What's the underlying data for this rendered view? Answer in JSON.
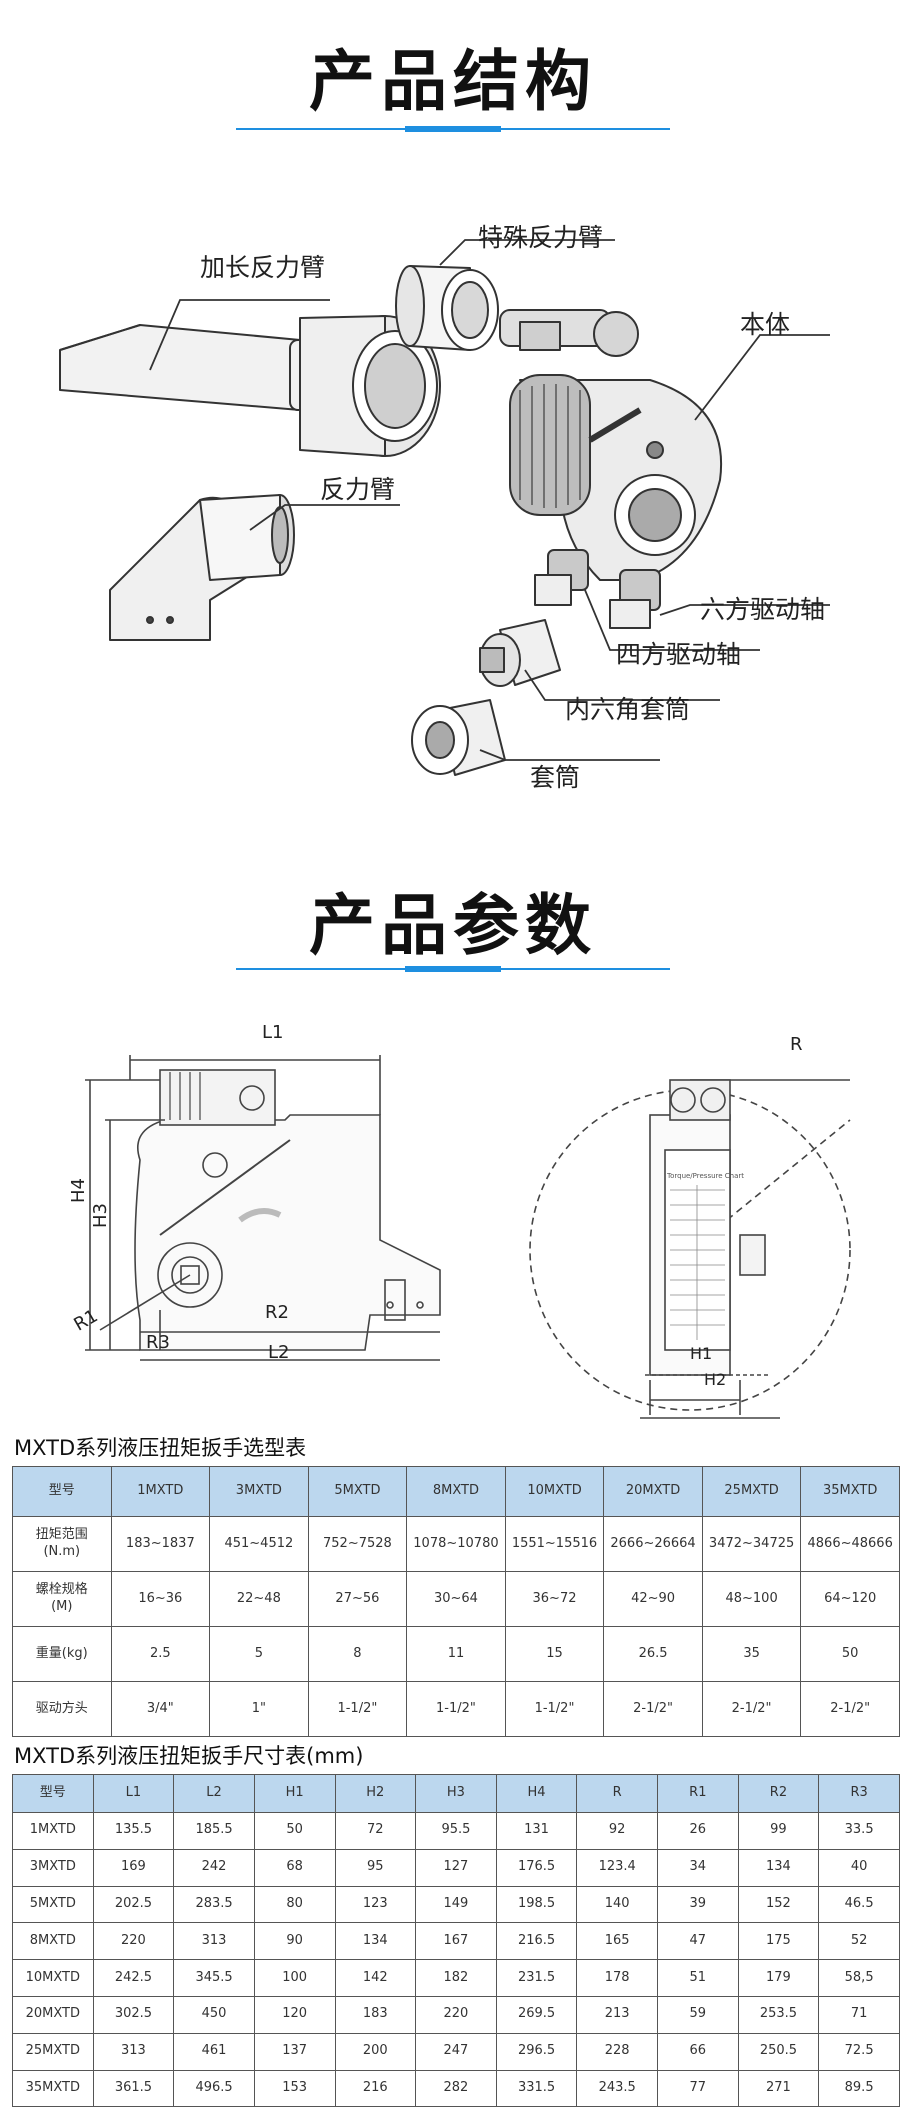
{
  "structure": {
    "title": "产品结构",
    "labels": {
      "extended_arm": "加长反力臂",
      "special_arm": "特殊反力臂",
      "body": "本体",
      "reaction_arm": "反力臂",
      "hex_shaft": "六方驱动轴",
      "square_shaft": "四方驱动轴",
      "hex_socket": "内六角套筒",
      "socket": "套筒"
    }
  },
  "params": {
    "title": "产品参数",
    "dim_labels": {
      "l1": "L1",
      "l2": "L2",
      "h1": "H1",
      "h2": "H2",
      "h3": "H3",
      "h4": "H4",
      "r": "R",
      "r1": "R1",
      "r2": "R2",
      "r3": "R3"
    },
    "pump_plate": "Torque/Pressure Chart"
  },
  "selection_table": {
    "title": "MXTD系列液压扭矩扳手选型表",
    "headers": [
      "型号",
      "1MXTD",
      "3MXTD",
      "5MXTD",
      "8MXTD",
      "10MXTD",
      "20MXTD",
      "25MXTD",
      "35MXTD"
    ],
    "rows": [
      [
        "扭矩范围\n(N.m)",
        "183~1837",
        "451~4512",
        "752~7528",
        "1078~10780",
        "1551~15516",
        "2666~26664",
        "3472~34725",
        "4866~48666"
      ],
      [
        "螺栓规格\n(M)",
        "16~36",
        "22~48",
        "27~56",
        "30~64",
        "36~72",
        "42~90",
        "48~100",
        "64~120"
      ],
      [
        "重量(kg)",
        "2.5",
        "5",
        "8",
        "11",
        "15",
        "26.5",
        "35",
        "50"
      ],
      [
        "驱动方头",
        "3/4\"",
        "1\"",
        "1-1/2\"",
        "1-1/2\"",
        "1-1/2\"",
        "2-1/2\"",
        "2-1/2\"",
        "2-1/2\""
      ]
    ]
  },
  "dimension_table": {
    "title": "MXTD系列液压扭矩扳手尺寸表(mm)",
    "headers": [
      "型号",
      "L1",
      "L2",
      "H1",
      "H2",
      "H3",
      "H4",
      "R",
      "R1",
      "R2",
      "R3"
    ],
    "rows": [
      [
        "1MXTD",
        "135.5",
        "185.5",
        "50",
        "72",
        "95.5",
        "131",
        "92",
        "26",
        "99",
        "33.5"
      ],
      [
        "3MXTD",
        "169",
        "242",
        "68",
        "95",
        "127",
        "176.5",
        "123.4",
        "34",
        "134",
        "40"
      ],
      [
        "5MXTD",
        "202.5",
        "283.5",
        "80",
        "123",
        "149",
        "198.5",
        "140",
        "39",
        "152",
        "46.5"
      ],
      [
        "8MXTD",
        "220",
        "313",
        "90",
        "134",
        "167",
        "216.5",
        "165",
        "47",
        "175",
        "52"
      ],
      [
        "10MXTD",
        "242.5",
        "345.5",
        "100",
        "142",
        "182",
        "231.5",
        "178",
        "51",
        "179",
        "58,5"
      ],
      [
        "20MXTD",
        "302.5",
        "450",
        "120",
        "183",
        "220",
        "269.5",
        "213",
        "59",
        "253.5",
        "71"
      ],
      [
        "25MXTD",
        "313",
        "461",
        "137",
        "200",
        "247",
        "296.5",
        "228",
        "66",
        "250.5",
        "72.5"
      ],
      [
        "35MXTD",
        "361.5",
        "496.5",
        "153",
        "216",
        "282",
        "331.5",
        "243.5",
        "77",
        "271",
        "89.5"
      ]
    ]
  }
}
